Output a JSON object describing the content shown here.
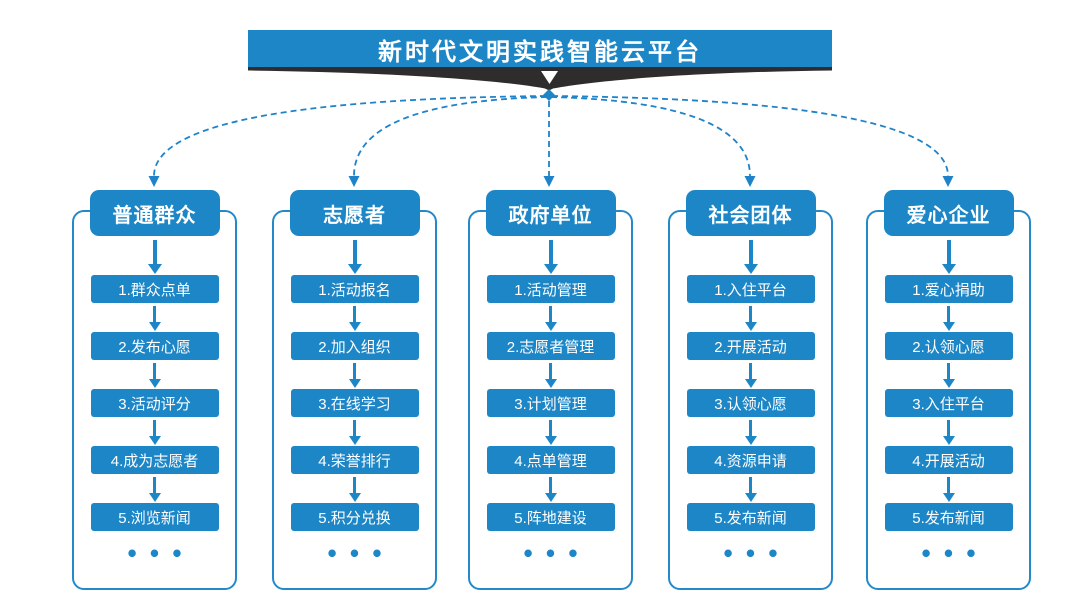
{
  "title": "新时代文明实践智能云平台",
  "labels": {
    "more": "•••"
  },
  "icons": {
    "banner_down_arrow": "▼",
    "step_down_arrow": "↓",
    "hub_node": "◆"
  },
  "colors": {
    "primary_blue": "#1c86c7",
    "panel_border_blue": "#2489c8",
    "banner_shadow_dark": "#2e2c2d",
    "background": "#ffffff",
    "text_on_blue": "#ffffff"
  },
  "columns": [
    {
      "title": "普通群众",
      "steps": [
        "1.群众点单",
        "2.发布心愿",
        "3.活动评分",
        "4.成为志愿者",
        "5.浏览新闻"
      ]
    },
    {
      "title": "志愿者",
      "steps": [
        "1.活动报名",
        "2.加入组织",
        "3.在线学习",
        "4.荣誉排行",
        "5.积分兑换"
      ]
    },
    {
      "title": "政府单位",
      "steps": [
        "1.活动管理",
        "2.志愿者管理",
        "3.计划管理",
        "4.点单管理",
        "5.阵地建设"
      ]
    },
    {
      "title": "社会团体",
      "steps": [
        "1.入住平台",
        "2.开展活动",
        "3.认领心愿",
        "4.资源申请",
        "5.发布新闻"
      ]
    },
    {
      "title": "爱心企业",
      "steps": [
        "1.爱心捐助",
        "2.认领心愿",
        "3.入住平台",
        "4.开展活动",
        "5.发布新闻"
      ]
    }
  ]
}
